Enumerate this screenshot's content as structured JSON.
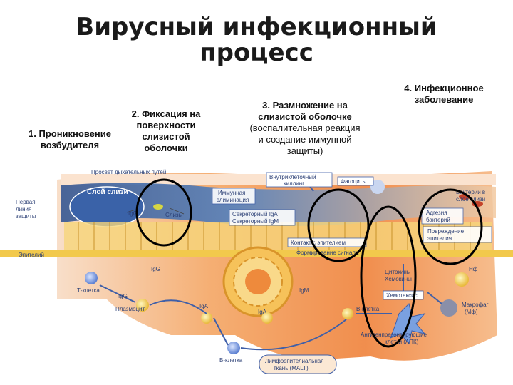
{
  "title": {
    "line1": "Вирусный инфекционный",
    "line2": "процесс"
  },
  "steps": {
    "s1": [
      "1. Проникновение",
      "возбудителя"
    ],
    "s2": [
      "2. Фиксация на",
      "поверхности",
      "слизистой",
      "оболочки"
    ],
    "s3": [
      "3. Размножение на",
      "слизистой оболочке"
    ],
    "s3sub": [
      "(воспалительная реакция",
      "и создание иммунной",
      "защиты)"
    ],
    "s4": [
      "4. Инфекционное",
      "заболевание"
    ]
  },
  "labels": {
    "airway": "Просвет дыхательных путей",
    "mucus": "Слой слизи",
    "first_line": [
      "Первая",
      "линия",
      "защиты"
    ],
    "igg_top": "IgG",
    "mucin": "Слизь",
    "immune_elim": [
      "Иммунная",
      "элиминация"
    ],
    "secretory": [
      "Секреторный IgA",
      "Секреторный IgM"
    ],
    "intracellular": [
      "Внутриклеточный",
      "киллинг"
    ],
    "phagocytes": "Фагоциты",
    "bacteria_mucus": [
      "Бактерии в",
      "слое слизи"
    ],
    "adhesion": [
      "Адгезия",
      "бактерий"
    ],
    "epi_damage": [
      "Повреждение",
      "эпителия"
    ],
    "contact": "Контакт с эпителием",
    "signal": "Формирование сигнала",
    "epithelium": "Эпителий",
    "igg_mid": "IgG",
    "igg_low": "IgG",
    "tcell": "Т-клетка",
    "plasmocyte": "Плазмоцит",
    "iga_left": "IgA",
    "iga_mid": "IgA",
    "igm": "IgM",
    "cytokines": [
      "Цитокины",
      "Хемокины"
    ],
    "chemotaxis": "Хемотаксис",
    "nf": "Нф",
    "macrophage": [
      "Макрофаг",
      "(Мф)"
    ],
    "bcell_right": "В-клетка",
    "apc": [
      "Антигенпрезентирующие",
      "клетки (АПК)"
    ],
    "bcell_bottom": "В-клетка",
    "malt": [
      "Лимфоэпителиальная",
      "ткань (MALT)"
    ]
  },
  "colors": {
    "mucus_blue": "#2f5d9e",
    "tissue_orange": "#f08a3c",
    "epithelium_yellow": "#f2c94c",
    "circle_black": "#000000"
  }
}
